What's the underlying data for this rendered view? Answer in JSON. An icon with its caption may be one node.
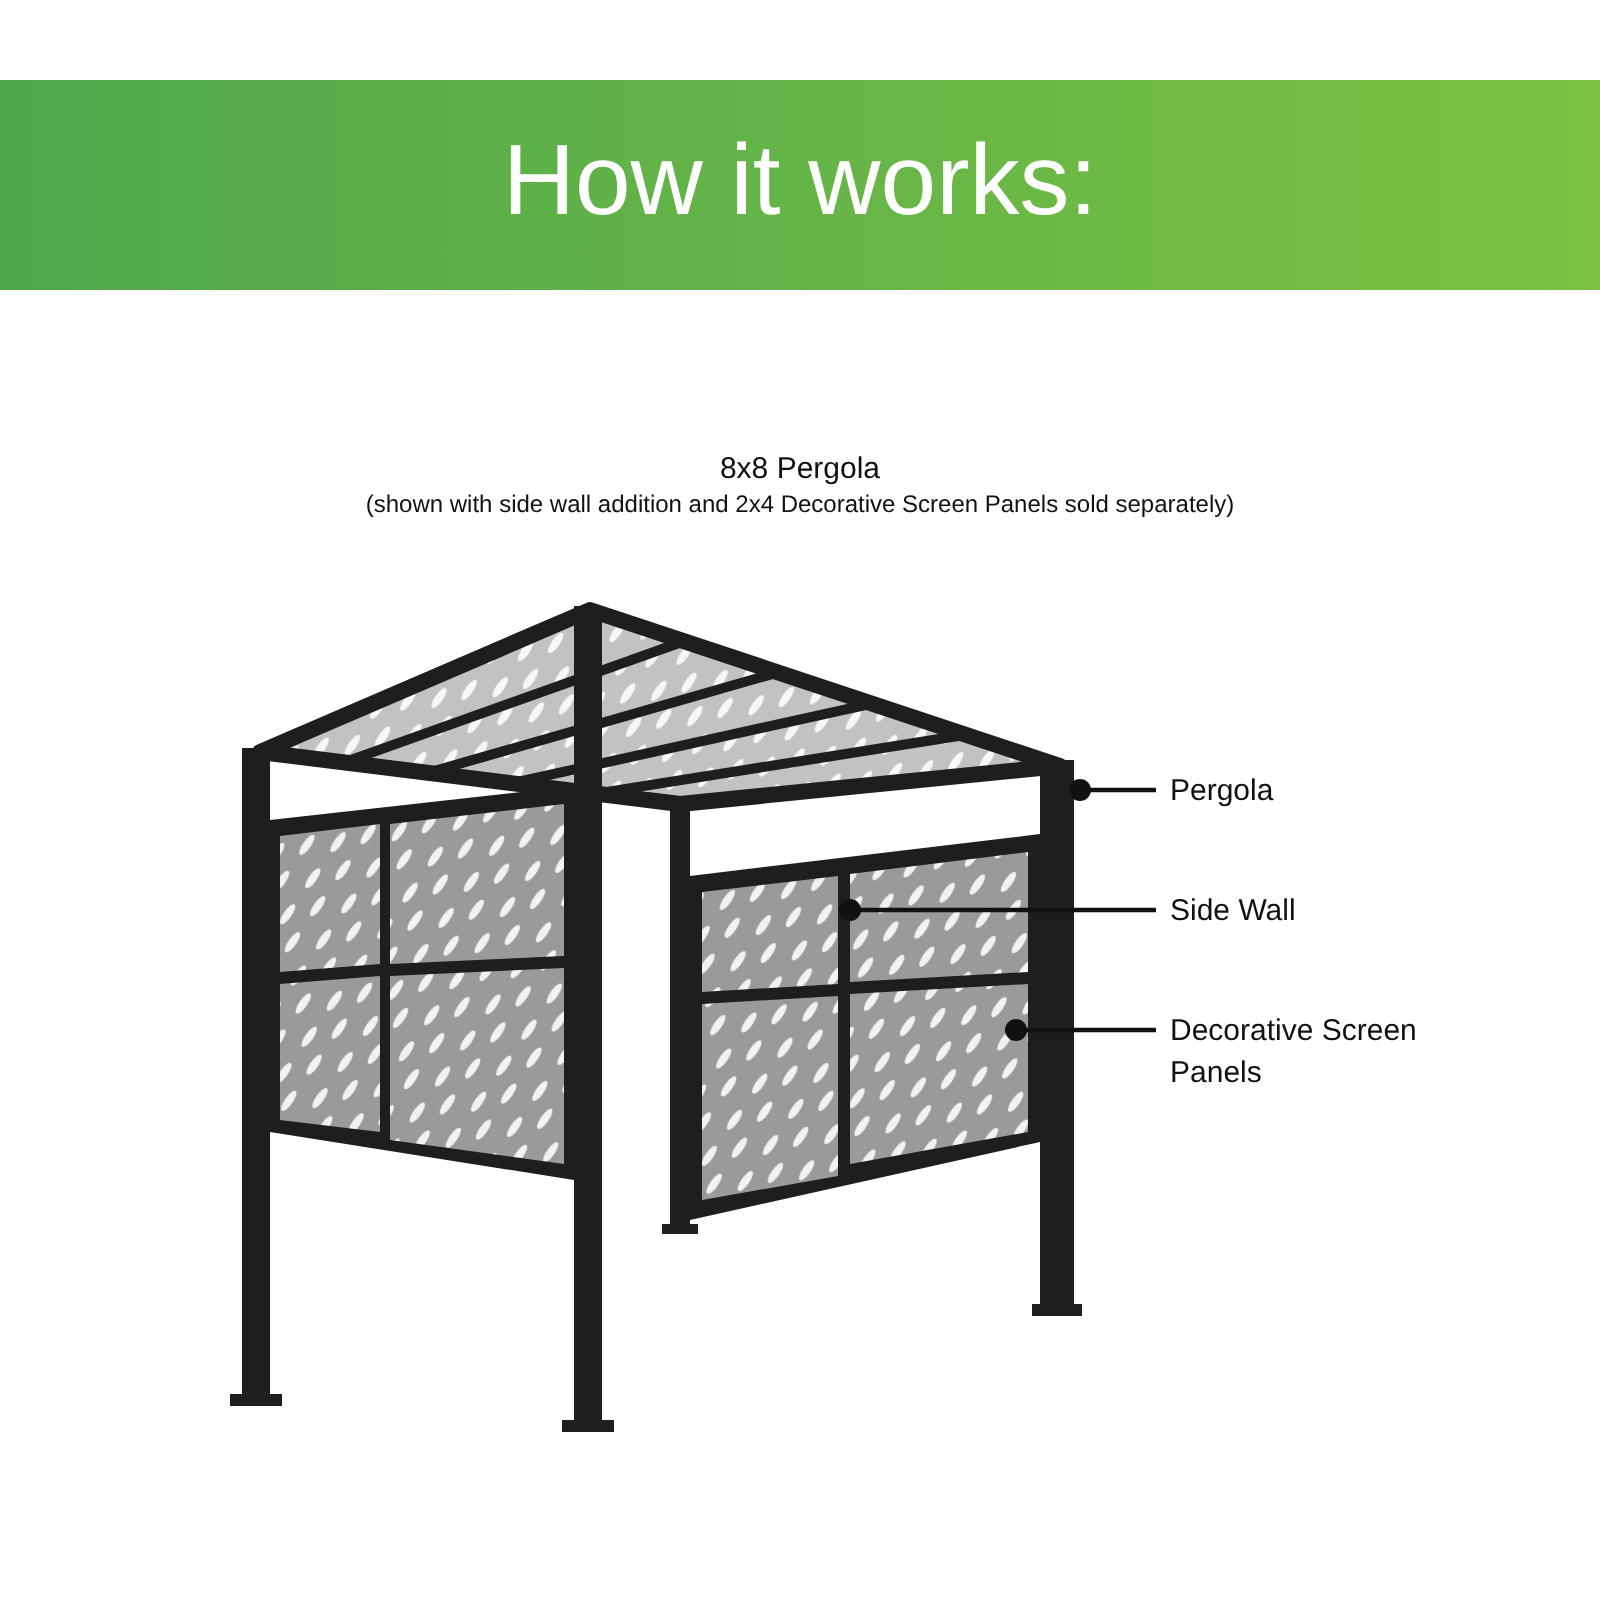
{
  "diagram": {
    "title": "How it works:",
    "nodes": [
      {
        "text": [
          "Pergola"
        ]
      },
      {
        "text": [
          "Side Wall"
        ]
      },
      {
        "text": [
          "Decorative Screen Panels"
        ]
      },
      {
        "text": [],
        "shape": "bar"
      },
      {
        "text": [],
        "shape": "box"
      },
      {
        "text": [],
        "shape": "box",
        "in": 4
      }
    ],
    "edges": [
      {
        "from": 0,
        "to": 3,
        "arrow": "other"
      },
      {
        "from": 1,
        "to": 4,
        "arrow": "other"
      },
      {
        "from": 2,
        "to": 5,
        "arrow": "other"
      }
    ],
    "labels": [
      "8x8 Pergola",
      "(shown with side wall addition and 2x4 Decorative Screen Panels sold separately)"
    ]
  }
}
